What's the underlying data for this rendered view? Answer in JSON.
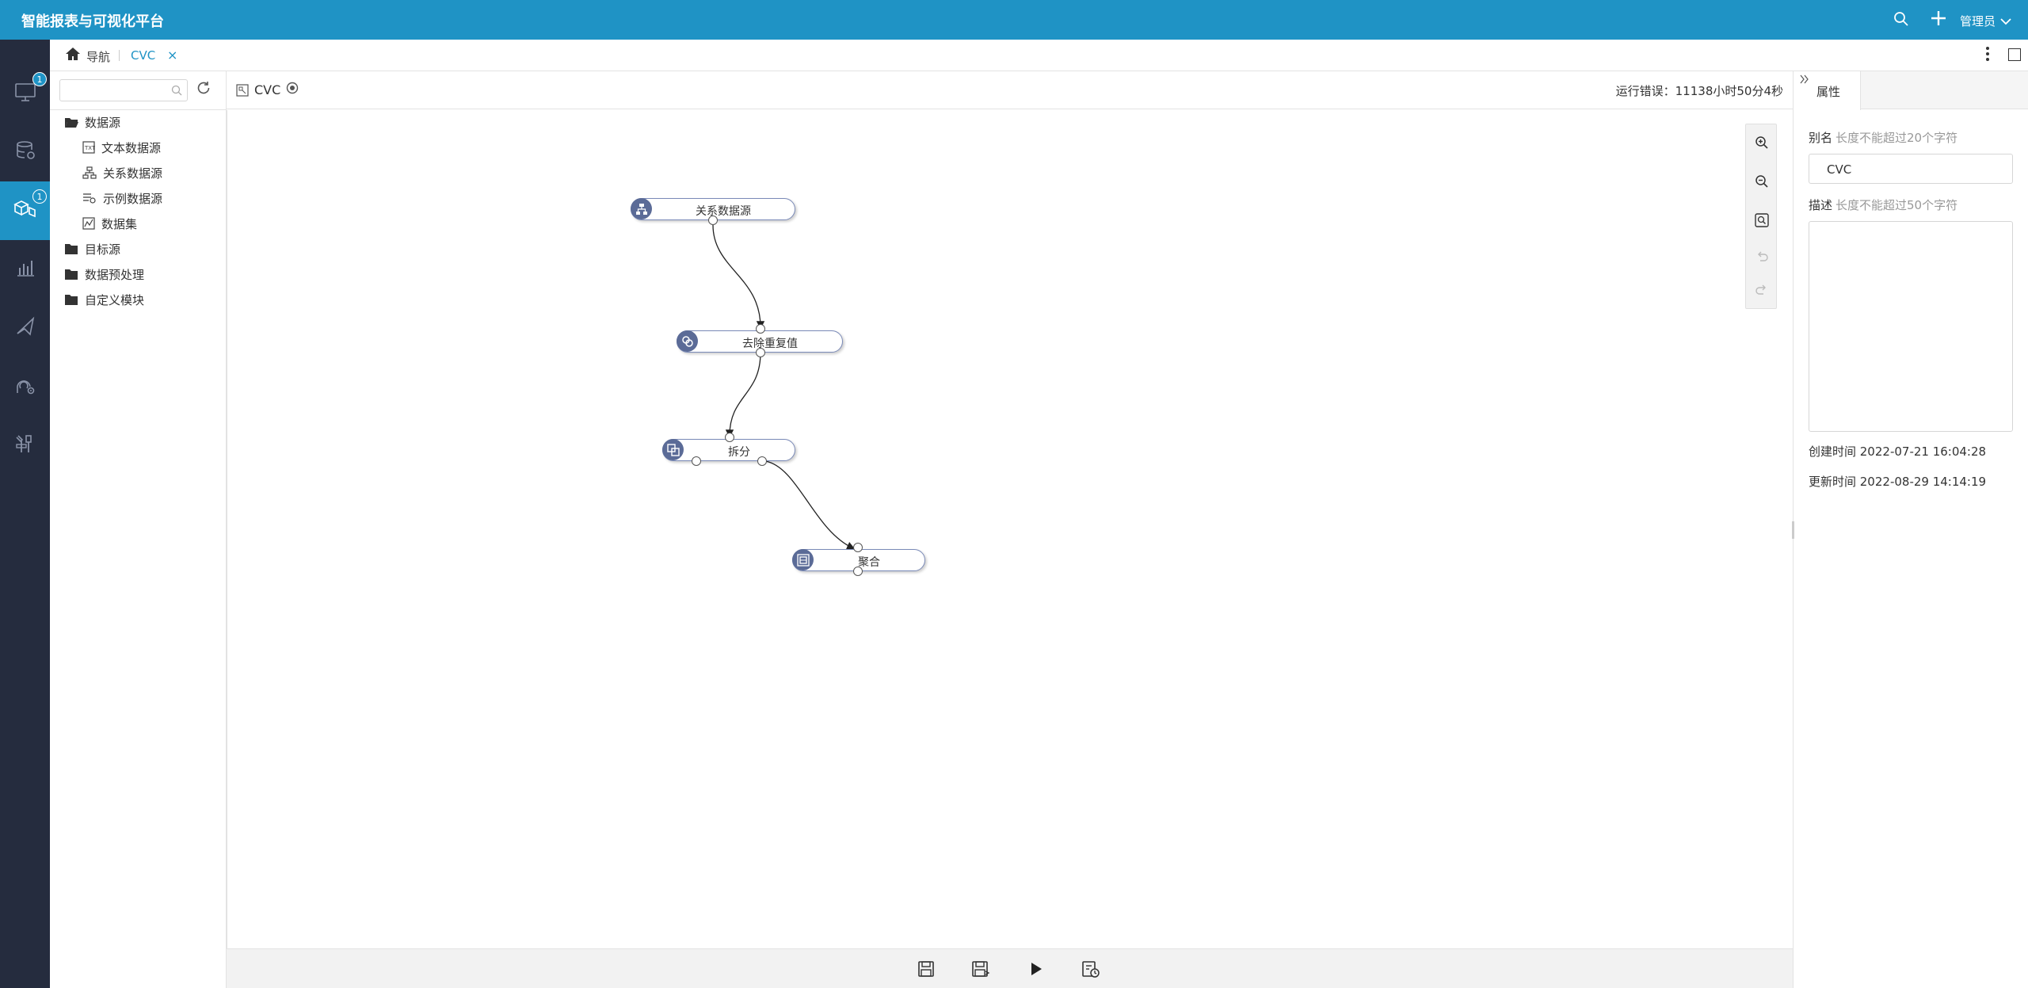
{
  "app": {
    "title": "智能报表与可视化平台",
    "user": "管理员"
  },
  "rail": {
    "items": [
      {
        "name": "monitor",
        "badge": "1"
      },
      {
        "name": "database"
      },
      {
        "name": "cube",
        "badge": "1",
        "active": true
      },
      {
        "name": "chart"
      },
      {
        "name": "send"
      },
      {
        "name": "user-gear"
      },
      {
        "name": "tools"
      }
    ]
  },
  "tabs": {
    "home_label": "导航",
    "active_tab": "CVC",
    "close_symbol": "×"
  },
  "tree": {
    "search_placeholder": "",
    "items": [
      {
        "label": "数据源",
        "level": 0,
        "type": "folder-open"
      },
      {
        "label": "文本数据源",
        "level": 1,
        "type": "text-source"
      },
      {
        "label": "关系数据源",
        "level": 1,
        "type": "relation-source"
      },
      {
        "label": "示例数据源",
        "level": 1,
        "type": "sample-source"
      },
      {
        "label": "数据集",
        "level": 1,
        "type": "dataset"
      },
      {
        "label": "目标源",
        "level": 0,
        "type": "folder"
      },
      {
        "label": "数据预处理",
        "level": 0,
        "type": "folder"
      },
      {
        "label": "自定义模块",
        "level": 0,
        "type": "folder"
      }
    ]
  },
  "canvas": {
    "title": "CVC",
    "status": "运行错误：11138小时50分4秒",
    "nodes": [
      {
        "id": "n1",
        "label": "关系数据源"
      },
      {
        "id": "n2",
        "label": "去除重复值"
      },
      {
        "id": "n3",
        "label": "拆分"
      },
      {
        "id": "n4",
        "label": "聚合"
      }
    ]
  },
  "props": {
    "tab_label": "属性",
    "alias_label": "别名",
    "alias_hint": "长度不能超过20个字符",
    "alias_value": "CVC",
    "desc_label": "描述",
    "desc_hint": "长度不能超过50个字符",
    "desc_value": "",
    "created": "创建时间 2022-07-21 16:04:28",
    "updated": "更新时间 2022-08-29 14:14:19"
  },
  "colors": {
    "accent": "#1f93c5",
    "rail_bg": "#252c3e",
    "node_border": "#7a8ab8"
  }
}
